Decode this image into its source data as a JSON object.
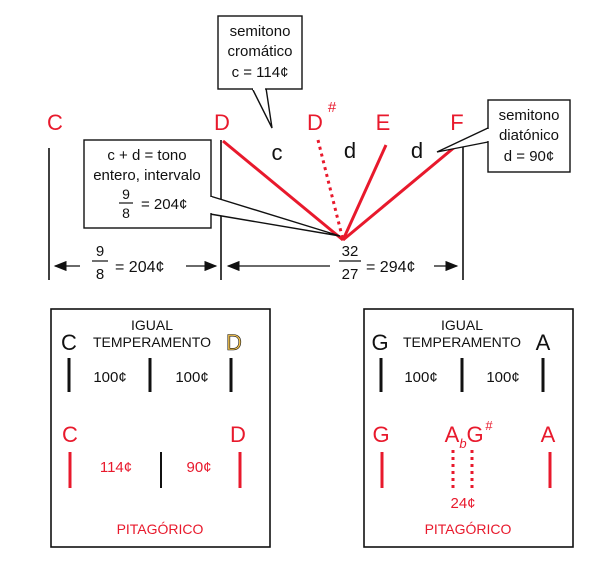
{
  "colors": {
    "red": "#e8192c",
    "black": "#111111",
    "gold": "#f2c14e"
  },
  "top": {
    "notes": {
      "c": "C",
      "d": "D",
      "dsharp": "D",
      "sharp": "#",
      "e": "E",
      "f": "F"
    },
    "small_c": "c",
    "small_d1": "d",
    "small_d2": "d",
    "callout_cromatico": [
      "semitono",
      "cromático",
      "c = 114¢"
    ],
    "callout_diatonico": [
      "semitono",
      "diatónico",
      "d = 90¢"
    ],
    "callout_tono": [
      "c + d = tono",
      "entero, intervalo"
    ],
    "callout_tono_frac": {
      "num": "9",
      "den": "8",
      "rest": "= 204¢"
    },
    "interval_left": {
      "num": "9",
      "den": "8",
      "rest": "= 204¢"
    },
    "interval_right": {
      "num": "32",
      "den": "27",
      "rest": "= 294¢"
    }
  },
  "box_left": {
    "title": [
      "IGUAL",
      "TEMPERAMENTO"
    ],
    "note_left": "C",
    "note_right": "D",
    "eq_left": "100¢",
    "eq_right": "100¢",
    "pyt_left_note": "C",
    "pyt_right_note": "D",
    "pyt_left": "114¢",
    "pyt_right": "90¢",
    "footer": "PITAGÓRICO"
  },
  "box_right": {
    "title": [
      "IGUAL",
      "TEMPERAMENTO"
    ],
    "note_left": "G",
    "note_right": "A",
    "eq_left": "100¢",
    "eq_right": "100¢",
    "pyt_left_note": "G",
    "pyt_mid_a": "A",
    "pyt_flat": "b",
    "pyt_mid_g": "G",
    "pyt_sharp": "#",
    "pyt_right_note": "A",
    "comma": "24¢",
    "footer": "PITAGÓRICO"
  }
}
